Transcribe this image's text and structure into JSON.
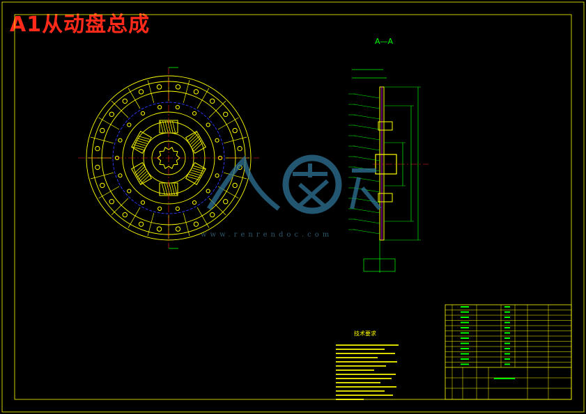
{
  "title": "A1从动盘总成",
  "section_label": "A—A",
  "tech_requirements_title": "技术要求",
  "watermark": {
    "brand": "人人文库",
    "url": "www.renrendoc.com"
  },
  "colors": {
    "background": "#000000",
    "frame": "#ffff00",
    "outline": "#ffff00",
    "dimension": "#00ff00",
    "hidden": "#2b3cff",
    "centerline": "#ff2020",
    "title": "#ff2a1a",
    "hatch": "#ff00ff",
    "watermark": "#2e7397"
  }
}
